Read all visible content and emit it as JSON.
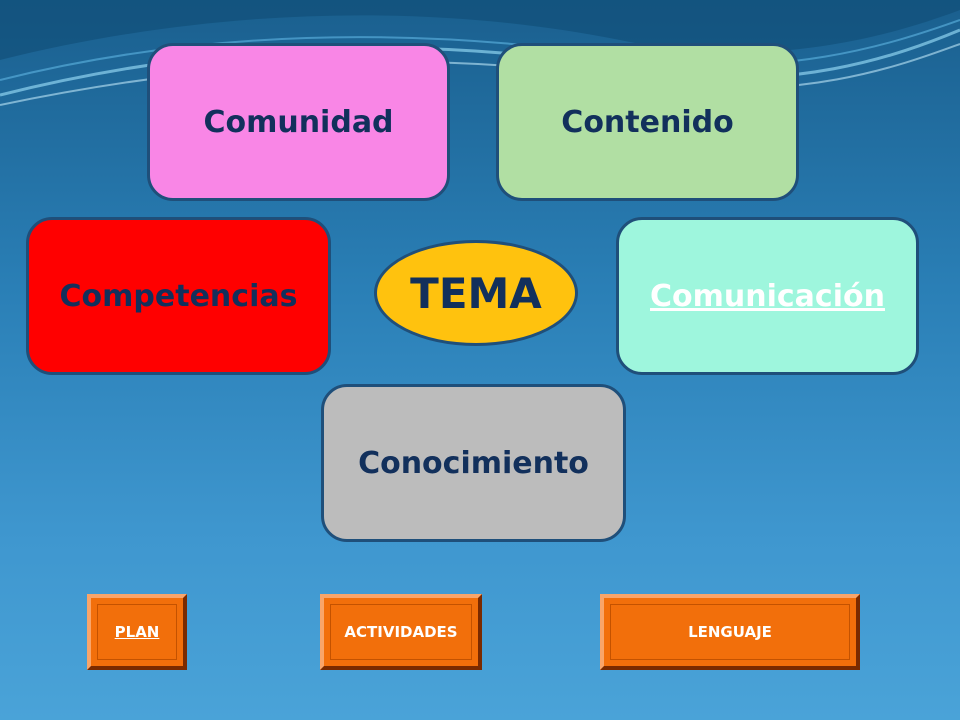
{
  "slide": {
    "center": "TEMA",
    "boxes": {
      "comunidad": "Comunidad",
      "contenido": "Contenido",
      "competencias": "Competencias",
      "comunicacion": "Comunicación",
      "conocimiento": "Conocimiento"
    },
    "colors": {
      "background": "#2a7fb6",
      "comunidad": "#f986e6",
      "contenido": "#b1dfa3",
      "competencias": "#ff0000",
      "comunicacion": "#9ef6dd",
      "conocimiento": "#bcbcbc",
      "tema": "#ffc20e",
      "nav_button": "#f26f0b"
    }
  },
  "nav": {
    "plan": "PLAN",
    "actividades": "ACTIVIDADES",
    "lenguaje": "LENGUAJE"
  }
}
